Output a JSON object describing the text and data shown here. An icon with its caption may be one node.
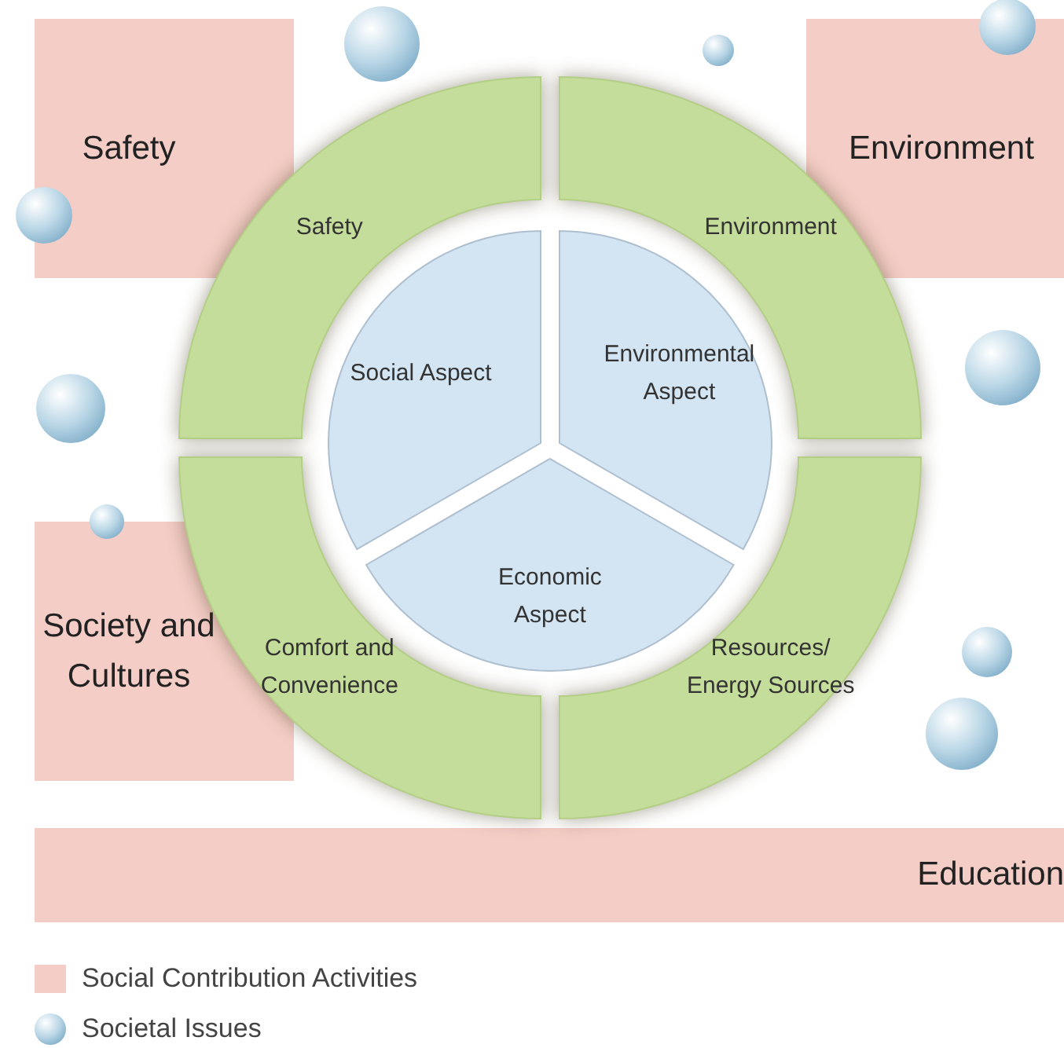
{
  "diagram": {
    "nodes": [
      {
        "text": [
          "Safety"
        ]
      },
      {
        "text": [
          "Environment"
        ]
      },
      {
        "text": [
          "Safety"
        ]
      },
      {
        "text": [
          "Environment"
        ]
      },
      {
        "text": [
          "Social Aspect"
        ]
      },
      {
        "text": [
          "Environmental Aspect"
        ]
      },
      {
        "text": [
          "Society and Cultures"
        ]
      },
      {
        "text": [
          "Comfort and Convenience"
        ]
      },
      {
        "text": [
          "Economic Aspect"
        ]
      },
      {
        "text": [
          "Resources/ Energy Sources"
        ]
      },
      {
        "text": [
          "Education"
        ]
      }
    ],
    "legend": [
      {
        "text": "Social Contribution Activities",
        "color": "#f4cdc6"
      },
      {
        "text": "Societal Issues"
      }
    ]
  }
}
